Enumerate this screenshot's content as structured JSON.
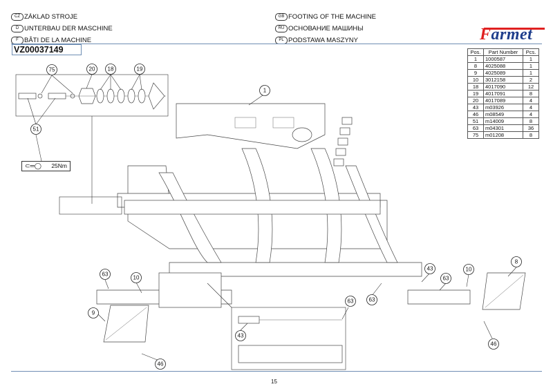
{
  "header": {
    "titles_left": [
      {
        "lang": "CZ",
        "text": "ZÁKLAD STROJE"
      },
      {
        "lang": "D",
        "text": "UNTERBAU DER MASCHINE"
      },
      {
        "lang": "F",
        "text": "BÂTI DE LA MACHINE"
      }
    ],
    "titles_right": [
      {
        "lang": "GB",
        "text": "FOOTING OF THE MACHINE"
      },
      {
        "lang": "RU",
        "text": "ОСНОВАНИЕ МАШИНЫ"
      },
      {
        "lang": "PL",
        "text": "PODSTAWA MASZYNY"
      }
    ],
    "document_code": "VZ00037149",
    "logo": {
      "first": "F",
      "rest": "armet",
      "colors": {
        "red": "#e02020",
        "blue": "#1f3e8c"
      }
    }
  },
  "parts_table": {
    "columns": [
      "Pos.",
      "Part Number",
      "Pcs."
    ],
    "rows": [
      {
        "pos": "1",
        "part_number": "1000587",
        "pcs": "1"
      },
      {
        "pos": "8",
        "part_number": "4025088",
        "pcs": "1"
      },
      {
        "pos": "9",
        "part_number": "4025089",
        "pcs": "1"
      },
      {
        "pos": "10",
        "part_number": "3012158",
        "pcs": "2"
      },
      {
        "pos": "18",
        "part_number": "4017090",
        "pcs": "12"
      },
      {
        "pos": "19",
        "part_number": "4017091",
        "pcs": "8"
      },
      {
        "pos": "20",
        "part_number": "4017089",
        "pcs": "4"
      },
      {
        "pos": "43",
        "part_number": "m03926",
        "pcs": "4"
      },
      {
        "pos": "46",
        "part_number": "m08549",
        "pcs": "4"
      },
      {
        "pos": "51",
        "part_number": "m14009",
        "pcs": "8"
      },
      {
        "pos": "63",
        "part_number": "m04301",
        "pcs": "36"
      },
      {
        "pos": "75",
        "part_number": "m01208",
        "pcs": "8"
      }
    ]
  },
  "drawing": {
    "torque": {
      "icon": "wrench-icon",
      "value": "25Nm"
    },
    "callouts": [
      "75",
      "20",
      "18",
      "19",
      "51",
      "1",
      "63",
      "10",
      "9",
      "46",
      "43",
      "63",
      "63",
      "43",
      "63",
      "10",
      "8",
      "46"
    ]
  },
  "footer": {
    "page_number": "15"
  },
  "colors": {
    "rule": "#6e8db3"
  }
}
